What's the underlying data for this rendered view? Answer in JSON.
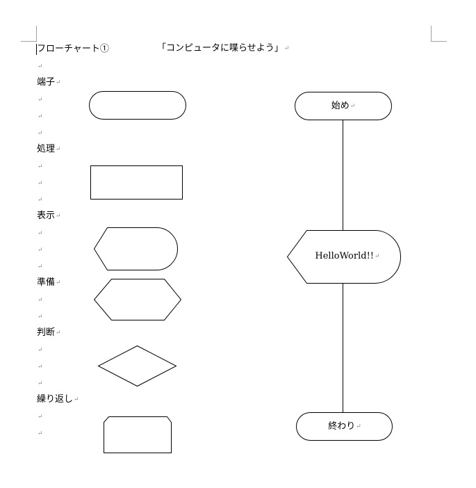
{
  "document": {
    "title": "フローチャート①",
    "subtitle": "「コンピュータに喋らせよう」",
    "paragraph_mark": "↵"
  },
  "legend": [
    {
      "label": "端子",
      "shape": "terminal"
    },
    {
      "label": "処理",
      "shape": "process"
    },
    {
      "label": "表示",
      "shape": "display"
    },
    {
      "label": "準備",
      "shape": "preparation"
    },
    {
      "label": "判断",
      "shape": "decision"
    },
    {
      "label": "繰り返し",
      "shape": "loop-limit"
    }
  ],
  "flowchart": {
    "start_label": "始め",
    "display_label": "HelloWorld!!",
    "end_label": "終わり"
  }
}
